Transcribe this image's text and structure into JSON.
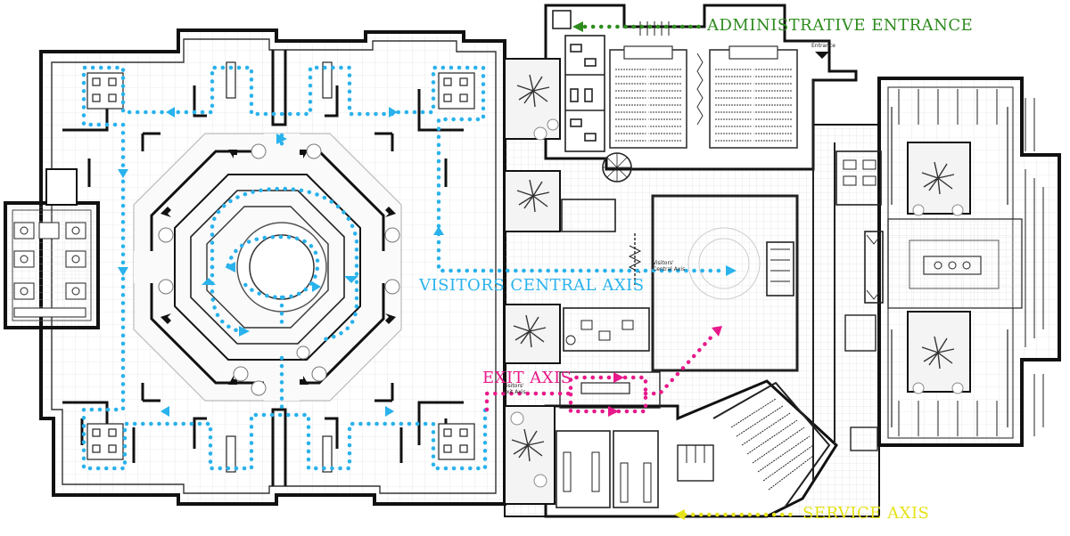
{
  "labels": {
    "administrative_entrance": "ADMINISTRATIVE ENTRANCE",
    "visitors_central_axis": "VISITORS CENTRAL AXIS",
    "exit_axis": "EXIT AXIS",
    "service_axis": "SERVICE AXIS",
    "entrance_small": "Entrance",
    "visitors_central_axis_small": "Visitors' Central Axis",
    "visitors_exit_axis_small": "Visitors' Exit Axis"
  },
  "colors": {
    "administrative": "#2e8b1e",
    "visitors": "#29b2ec",
    "exit": "#e8198b",
    "service": "#e6e21a",
    "wall": "#1a1a1a",
    "floor_grid": "#d9d9d9"
  }
}
